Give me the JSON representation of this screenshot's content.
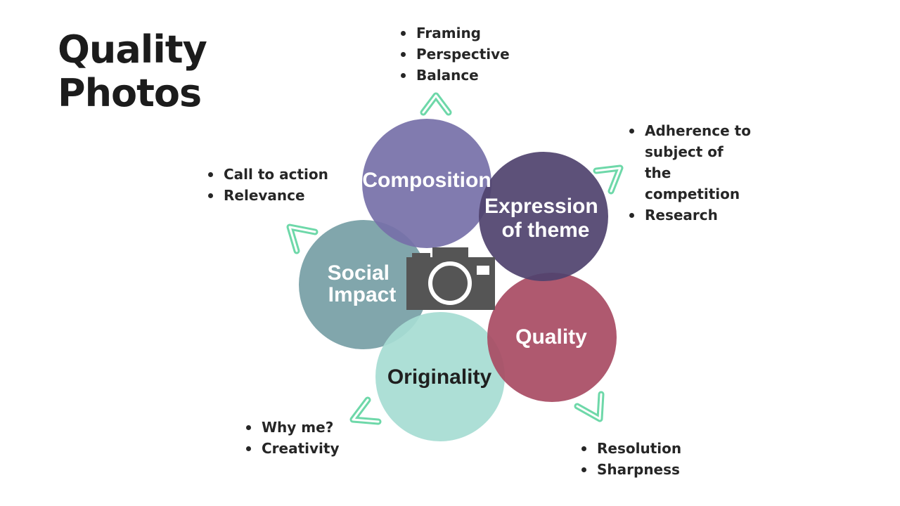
{
  "title": "Quality\nPhotos",
  "center_icon": "camera-icon",
  "colors": {
    "composition": "#7670A8",
    "expression": "#4F426E",
    "quality": "#A84B63",
    "originality": "#A6DCD3",
    "social": "#7DA3A9",
    "camera": "#555555",
    "arrow": "#6ED8A9",
    "text_dark": "#262626"
  },
  "nodes": [
    {
      "id": "composition",
      "label_lines": [
        "Composition"
      ],
      "bullets": [
        "Framing",
        "Perspective",
        "Balance"
      ]
    },
    {
      "id": "expression",
      "label_lines": [
        "Expression",
        "of theme"
      ],
      "bullets": [
        "Adherence to subject of the competition",
        "Research"
      ]
    },
    {
      "id": "quality",
      "label_lines": [
        "Quality"
      ],
      "bullets": [
        "Resolution",
        "Sharpness"
      ]
    },
    {
      "id": "originality",
      "label_lines": [
        "Originality"
      ],
      "bullets": [
        "Why me?",
        "Creativity"
      ]
    },
    {
      "id": "social",
      "label_lines": [
        "Social",
        "Impact"
      ],
      "bullets": [
        "Call to action",
        "Relevance"
      ]
    }
  ]
}
